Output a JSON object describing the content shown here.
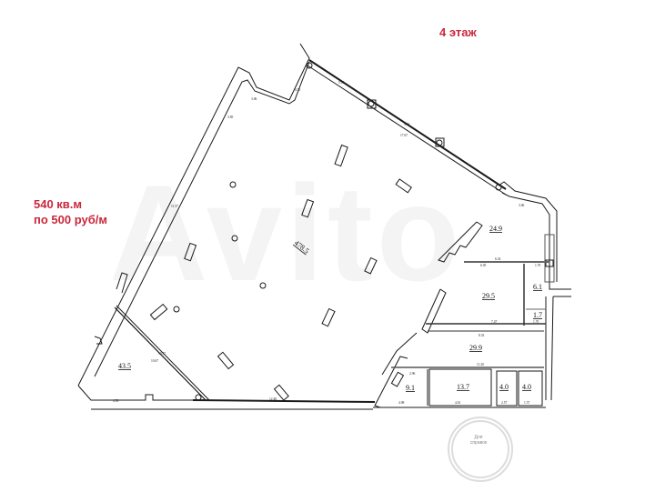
{
  "header": {
    "floor_label": "4 этаж"
  },
  "annotation": {
    "area_line1": "540 кв.м",
    "area_line2": "по 500 руб/м"
  },
  "watermark": {
    "text": "Avito",
    "stamp_text": "Для справок"
  },
  "colors": {
    "annotation_red": "#c8283c",
    "wall": "#1a1a1a",
    "background": "#ffffff"
  },
  "rooms": [
    {
      "id": "main-hall",
      "area": "478.5"
    },
    {
      "id": "room-24-9",
      "area": "24.9"
    },
    {
      "id": "room-29-5",
      "area": "29.5"
    },
    {
      "id": "room-6-1",
      "area": "6.1"
    },
    {
      "id": "room-1-7",
      "area": "1.7"
    },
    {
      "id": "room-29-9",
      "area": "29.9"
    },
    {
      "id": "room-43-5",
      "area": "43.5"
    },
    {
      "id": "room-9-1",
      "area": "9.1"
    },
    {
      "id": "room-13-7",
      "area": "13.7"
    },
    {
      "id": "room-4-0-a",
      "area": "4.0"
    },
    {
      "id": "room-4-0-b",
      "area": "4.0"
    }
  ],
  "dimensions": {
    "top_wall_1": "5.18",
    "top_wall_2": "5.66",
    "top_wall_total": "17.67",
    "left_wall": "3.85",
    "left_wall_total": "11.57",
    "left_small_1": "3.06",
    "left_small_2": "4.55",
    "bottom_wall": "12.48",
    "bottom_left": "4.50",
    "diag_1": "10.57",
    "diag_2": "10.67",
    "r24_top": "3.06",
    "r24_side": "3.85",
    "partition_1": "6.54",
    "partition_2": "6.05",
    "partition_3": "1.70",
    "r29_5_bottom": "7.47",
    "r29_9_top": "8.33",
    "r29_9_bottom": "11.20",
    "r9_1_bottom": "4.08",
    "r13_7_bottom": "4.61",
    "r4_bottom_a": "2.57",
    "r4_bottom_b": "1.57",
    "r1_7": "1.70",
    "d_2_96": "2.96",
    "d_2_85": "2.85"
  }
}
